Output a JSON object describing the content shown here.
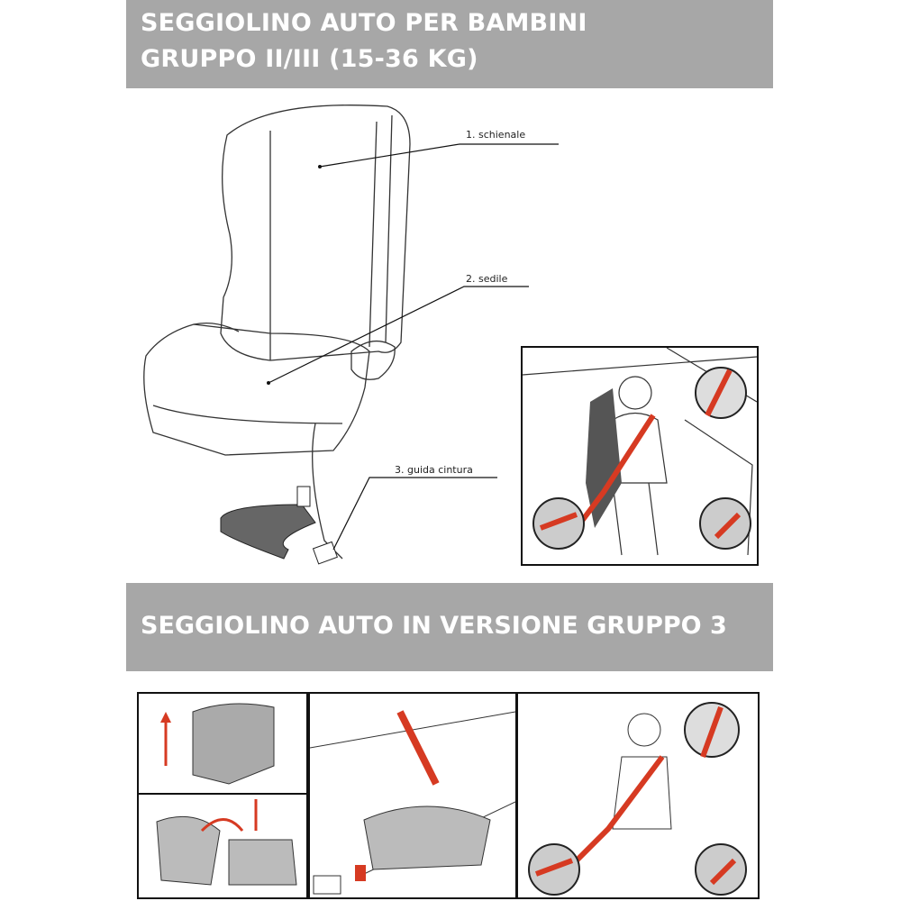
{
  "header": {
    "line1": "SEGGIOLINO AUTO PER BAMBINI",
    "line2": "GRUPPO II/III (15-36 KG)"
  },
  "parts": [
    {
      "label": "1. schienale"
    },
    {
      "label": "2. sedile"
    },
    {
      "label": "3. guida cintura"
    }
  ],
  "section2": {
    "title": "SEGGIOLINO AUTO IN VERSIONE GRUPPO 3"
  },
  "colors": {
    "banner": "#a7a7a7",
    "belt": "#d63a22"
  }
}
